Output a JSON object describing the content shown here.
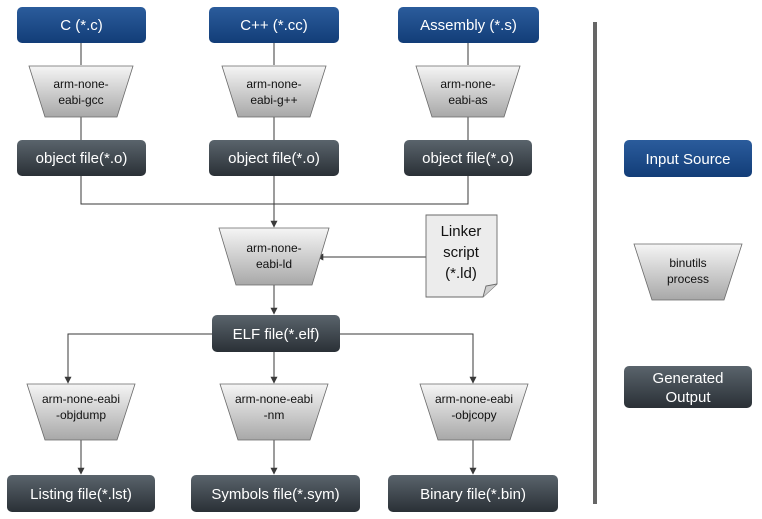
{
  "sources": {
    "c": "C (*.c)",
    "cpp": "C++ (*.cc)",
    "asm": "Assembly (*.s)"
  },
  "compilers": {
    "gcc": [
      "arm-none-",
      "eabi-gcc"
    ],
    "gpp": [
      "arm-none-",
      "eabi-g++"
    ],
    "as": [
      "arm-none-",
      "eabi-as"
    ]
  },
  "objects": {
    "o1": "object file(*.o)",
    "o2": "object file(*.o)",
    "o3": "object file(*.o)"
  },
  "linker": [
    "arm-none-",
    "eabi-ld"
  ],
  "linker_script": [
    "Linker",
    "script",
    "(*.ld)"
  ],
  "elf": "ELF file(*.elf)",
  "tools": {
    "objdump": [
      "arm-none-eabi",
      "-objdump"
    ],
    "nm": [
      "arm-none-eabi",
      "-nm"
    ],
    "objcopy": [
      "arm-none-eabi",
      "-objcopy"
    ]
  },
  "outputs": {
    "lst": "Listing file(*.lst)",
    "sym": "Symbols file(*.sym)",
    "bin": "Binary file(*.bin)"
  },
  "legend": {
    "input": "Input Source",
    "process": [
      "binutils",
      "process"
    ],
    "output": [
      "Generated",
      "Output"
    ]
  },
  "colors": {
    "input_top": "#2b5c9c",
    "input_bottom": "#123d78",
    "output_top": "#5a646c",
    "output_bottom": "#2a3036",
    "process_top": "#f5f5f5",
    "process_bottom": "#a8a8a8",
    "line": "#3a3a3a",
    "divider": "#666666"
  }
}
